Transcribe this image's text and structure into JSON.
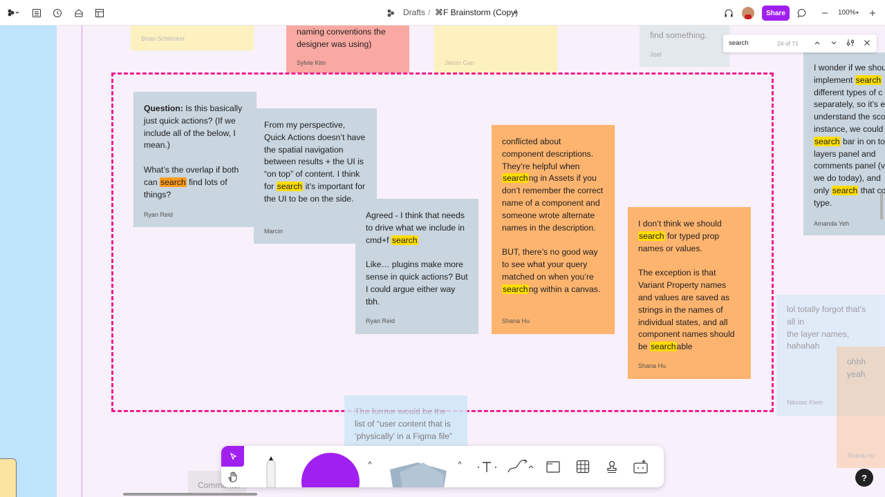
{
  "topbar": {
    "breadcrumb_drafts": "Drafts",
    "breadcrumb_sep": "/",
    "file_name": "⌘F Brainstorm (Copy)",
    "share_label": "Share",
    "zoom_level": "100%"
  },
  "find": {
    "query": "search",
    "count": "24 of 71"
  },
  "stickies": {
    "brian": {
      "author": "Brian Schlenker"
    },
    "sylvie": {
      "text": "naming conventions the\ndesigner was using)",
      "author": "Sylvie Kim"
    },
    "jason": {
      "author": "Jason Gan"
    },
    "joel": {
      "text": "find something.",
      "author": "Joel"
    },
    "ryan1": {
      "q_label": "Question:",
      "line1": " Is this basically just quick actions? (If we include all of the below, I mean.)",
      "line2a": "What’s the overlap if both can ",
      "hl": "search",
      "line2b": " find lots of things?",
      "author": "Ryan Reid"
    },
    "marcin": {
      "a": "From my perspective, Quick Actions doesn’t have the spatial navigation between results + the UI is “on top” of content. I think for ",
      "hl": "search",
      "b": " it’s important for the UI to be on the side.",
      "author": "Marcin"
    },
    "ryan2": {
      "a": "Agreed - I think that needs to drive what we include in cmd+f ",
      "hl": "search",
      "b": "Like… plugins make more sense in quick actions? But I could argue either way tbh.",
      "author": "Ryan Reid"
    },
    "shana1": {
      "a": "conflicted about component descriptions. They’re helpful when ",
      "hl1": "search",
      "b": "ng in Assets if you don’t remember the correct name of a component and someone wrote alternate names in the description.",
      "c": "BUT, there’s no good way to see what your query matched on when you’re ",
      "hl2": "search",
      "d": "ng within a canvas.",
      "author": "Shana Hu"
    },
    "shana2": {
      "a": "I don’t think we should ",
      "hl1": "search",
      "b": " for typed prop names or values.",
      "c": "The exception is that Variant Property names and values are saved as strings in the names of individual states, and all component names should be ",
      "hl2": "search",
      "d": "able",
      "author": "Shana Hu"
    },
    "amanda": {
      "a": "I wonder if we shou",
      "b": "implement ",
      "hl1": "search",
      "c": "different types of c",
      "d": "separately, so it’s e",
      "e": "understand the sco",
      "f": "instance, we could",
      "hl2": "search",
      "g": " bar in on to",
      "h": "layers panel and",
      "i": "comments panel (v",
      "j": "we do today), and",
      "k": "only ",
      "hl3": "search",
      "l": " that co",
      "m": "type.",
      "author": "Amanda Yeh"
    },
    "bottom_blue": {
      "a": "The former would be the",
      "b": "list of “user content that is",
      "c": "‘physically’ in a Figma file”"
    },
    "nikolas": {
      "text": "lol totally forgot that’s all in\nthe layer names, hahahah",
      "author": "Nikolas Klein"
    },
    "shana3": {
      "text": "ohhh yeah",
      "author": "Shana Hu"
    }
  },
  "ghost": {
    "comments": "Comments."
  },
  "help": {
    "label": "?"
  },
  "colors": {
    "accent": "#a020f0",
    "highlight": "#ffdd00",
    "active_highlight": "#ff9a1f",
    "selection": "#ee1f8e"
  },
  "icons": [
    "figma-menu-icon",
    "pages-icon",
    "history-icon",
    "library-icon",
    "layout-icon",
    "audio-icon",
    "comment-icon",
    "minus-icon",
    "plus-icon",
    "chevron-up-icon",
    "chevron-down-icon",
    "filter-icon",
    "close-icon",
    "move-tool-icon",
    "hand-tool-icon",
    "marker-icon",
    "shape-icon",
    "sticky-icon",
    "text-icon",
    "connector-icon",
    "section-icon",
    "table-icon",
    "stamp-icon",
    "widget-icon"
  ]
}
